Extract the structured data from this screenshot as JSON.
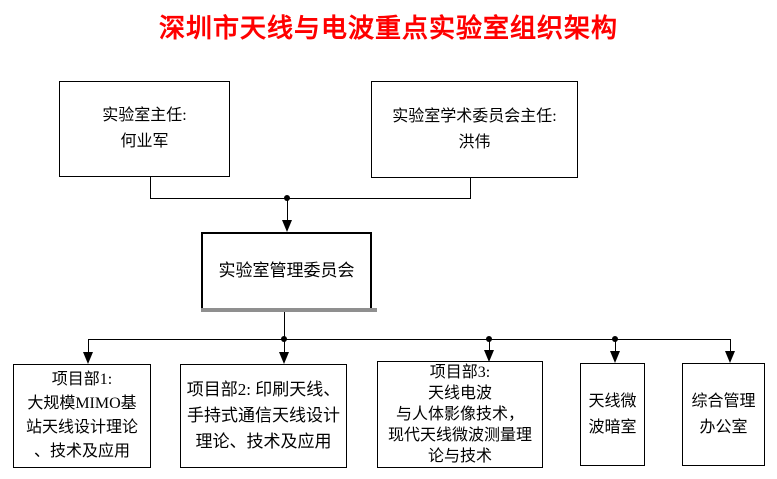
{
  "title": {
    "text": "深圳市天线与电波重点实验室组织架构",
    "color": "#ff0000"
  },
  "colors": {
    "background": "#ffffff",
    "connector_line": "#000000",
    "box_border": "#000000",
    "box_fill": "#ffffff",
    "text": "#000000",
    "committee_shadow": "#8f8f8f"
  },
  "nodes": {
    "director": {
      "id": "lab-director",
      "lines": [
        "实验室主任:",
        "何业军"
      ]
    },
    "academic": {
      "id": "academic-committee-chair",
      "lines": [
        "实验室学术委员会主任:",
        "洪伟"
      ]
    },
    "committee": {
      "id": "management-committee",
      "lines": [
        "实验室管理委员会"
      ]
    },
    "dept1": {
      "id": "project-dept-1",
      "lines": [
        "项目部1:",
        "大规模MIMO基",
        "站天线设计理论",
        "、技术及应用"
      ]
    },
    "dept2": {
      "id": "project-dept-2",
      "lines": [
        "项目部2: 印刷天线、",
        "手持式通信天线设计",
        "理论、技术及应用"
      ]
    },
    "dept3": {
      "id": "project-dept-3",
      "lines": [
        "项目部3:",
        "天线电波",
        "与人体影像技术，",
        "现代天线微波测量理",
        "论与技术"
      ]
    },
    "chamber": {
      "id": "anechoic-chamber",
      "lines": [
        "天线微",
        "波暗室"
      ]
    },
    "office": {
      "id": "admin-office",
      "lines": [
        "综合管理",
        "办公室"
      ]
    }
  },
  "edges": [
    {
      "from": "lab-director",
      "to": "management-committee"
    },
    {
      "from": "academic-committee-chair",
      "to": "management-committee"
    },
    {
      "from": "management-committee",
      "to": "project-dept-1"
    },
    {
      "from": "management-committee",
      "to": "project-dept-2"
    },
    {
      "from": "management-committee",
      "to": "project-dept-3"
    },
    {
      "from": "management-committee",
      "to": "anechoic-chamber"
    },
    {
      "from": "management-committee",
      "to": "admin-office"
    }
  ]
}
